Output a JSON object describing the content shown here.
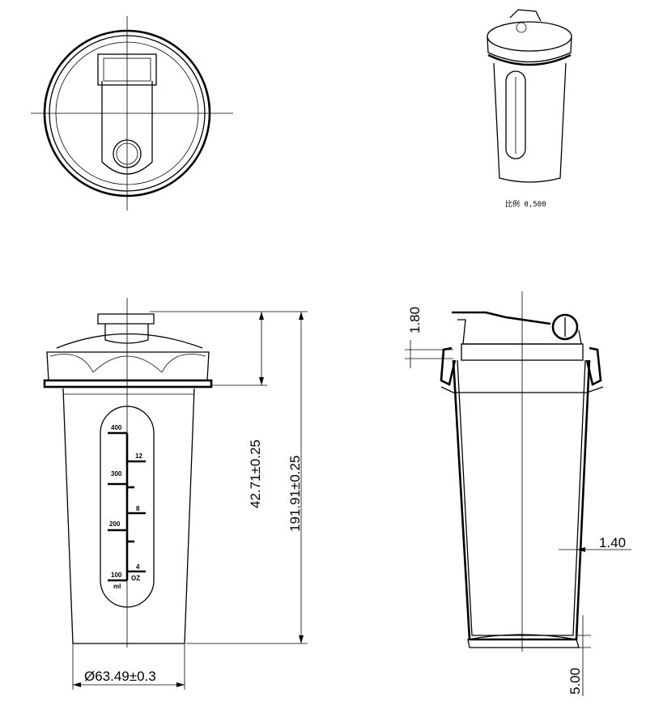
{
  "scale_note": "比例 0,500",
  "dimensions": {
    "lid_height": "42.71±0.25",
    "total_height": "191.91±0.25",
    "base_diameter": "Ø63.49±0.3",
    "flip_cap_thickness": "1.80",
    "wall_thickness": "1.40",
    "base_recess": "5.00"
  },
  "gauge": {
    "ml_labels": [
      "400",
      "300",
      "200",
      "100"
    ],
    "ml_unit": "ml",
    "oz_labels": [
      "12",
      "8",
      "4"
    ],
    "oz_unit": "OZ"
  }
}
